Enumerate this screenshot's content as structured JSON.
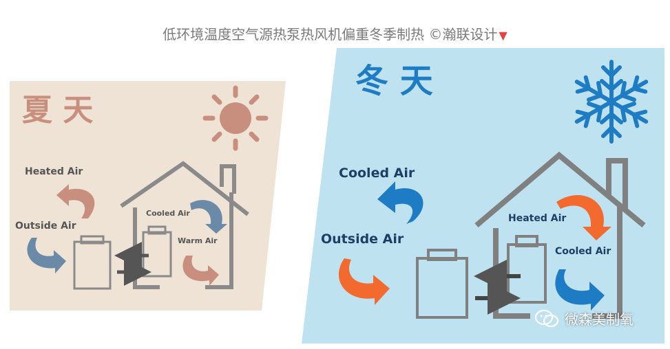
{
  "caption": {
    "text": "低环境温度空气源热泵热风机偏重冬季制热 ©瀚联设计",
    "marker": "▼"
  },
  "summer": {
    "title": "夏 天",
    "labels": {
      "heated_air": "Heated Air",
      "outside_air": "Outside Air",
      "cooled_air": "Cooled Air",
      "warm_air": "Warm Air"
    },
    "icon": "sun-icon",
    "colors": {
      "bg": "#efe3d6",
      "accent": "#c98f7e",
      "blue": "#6b8aa8",
      "gray": "#8a8a8a"
    }
  },
  "winter": {
    "title": "冬 天",
    "labels": {
      "cooled_air": "Cooled Air",
      "outside_air": "Outside Air",
      "heated_air": "Heated Air",
      "cooled_air_inside": "Cooled Air"
    },
    "icon": "snowflake-icon",
    "colors": {
      "bg": "#bfe2f0",
      "blue": "#1e7cc4",
      "orange": "#f26a2e",
      "gray": "#808080",
      "label": "#1f3e66"
    }
  },
  "watermark": {
    "text": "微森美制氧",
    "icon": "wechat-icon"
  }
}
